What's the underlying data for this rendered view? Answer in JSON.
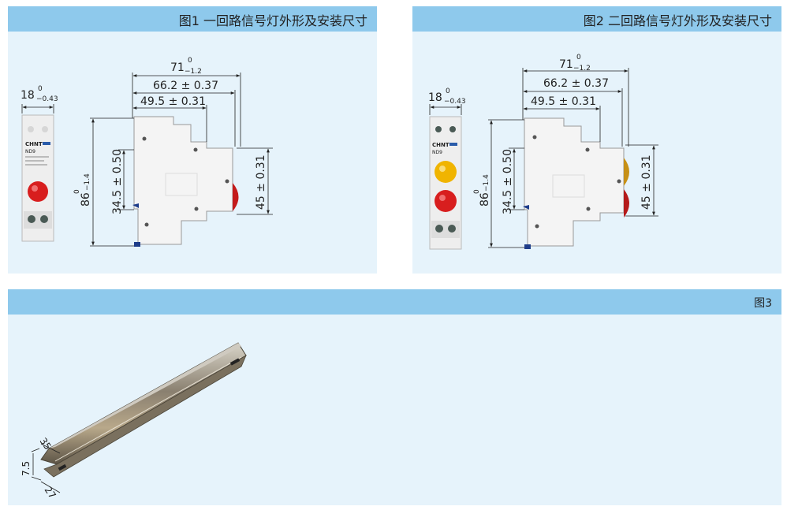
{
  "fig1": {
    "title": "图1 一回路信号灯外形及安装尺寸",
    "dims": {
      "width": "18",
      "width_tol_up": "0",
      "width_tol_low": "−0.43",
      "overall": "71",
      "overall_tol_up": "0",
      "overall_tol_low": "−1.2",
      "d1": "66.2 ± 0.37",
      "d2": "49.5 ± 0.31",
      "height": "86",
      "height_tol_up": "0",
      "height_tol_low": "−1.4",
      "rail": "34.5 ± 0.50",
      "lens": "45 ± 0.31"
    },
    "device": {
      "brand": "CHNT",
      "model": "ND9"
    }
  },
  "fig2": {
    "title": "图2 二回路信号灯外形及安装尺寸",
    "dims": {
      "width": "18",
      "width_tol_up": "0",
      "width_tol_low": "−0.43",
      "overall": "71",
      "overall_tol_up": "0",
      "overall_tol_low": "−1.2",
      "d1": "66.2 ± 0.37",
      "d2": "49.5 ± 0.31",
      "height": "86",
      "height_tol_up": "0",
      "height_tol_low": "−1.4",
      "rail": "34.5 ± 0.50",
      "lens": "45 ± 0.31"
    },
    "device": {
      "brand": "CHNT",
      "model": "ND9"
    }
  },
  "fig3": {
    "title": "图3",
    "dims": {
      "d1": "35",
      "d2": "7.5",
      "d3": "27"
    }
  },
  "colors": {
    "header": "#8ec9ec",
    "panel": "#e6f3fb",
    "lamp_red": "#d81e1e",
    "lamp_yellow": "#f0b400"
  }
}
